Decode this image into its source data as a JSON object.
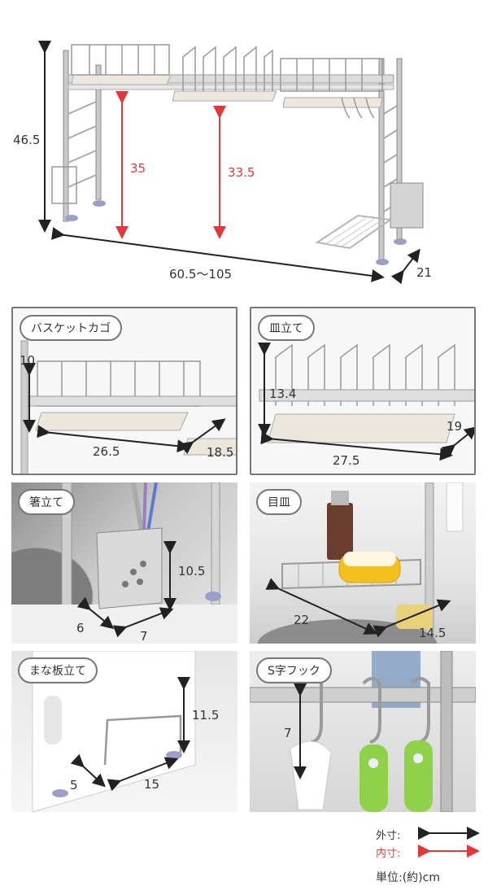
{
  "main": {
    "height_total": "46.5",
    "inner_height_left": "35",
    "inner_height_right": "33.5",
    "width": "60.5〜105",
    "depth": "21"
  },
  "panels": {
    "basket": {
      "label": "バスケットカゴ",
      "height": "10",
      "width": "26.5",
      "depth": "18.5"
    },
    "dish": {
      "label": "皿立て",
      "height": "13.4",
      "width": "27.5",
      "depth": "19"
    },
    "chopsticks": {
      "label": "箸立て",
      "height": "10.5",
      "depth": "6",
      "width": "7"
    },
    "tray": {
      "label": "目皿",
      "width": "22",
      "depth": "14.5"
    },
    "board": {
      "label": "まな板立て",
      "height": "11.5",
      "depth": "5",
      "width": "15"
    },
    "hook": {
      "label": "S字フック",
      "height": "7"
    }
  },
  "legend": {
    "outer": "外寸:",
    "inner": "内寸:",
    "unit": "単位:(約)cm"
  },
  "colors": {
    "outer_arrow": "#222222",
    "inner_arrow": "#e0393c"
  }
}
